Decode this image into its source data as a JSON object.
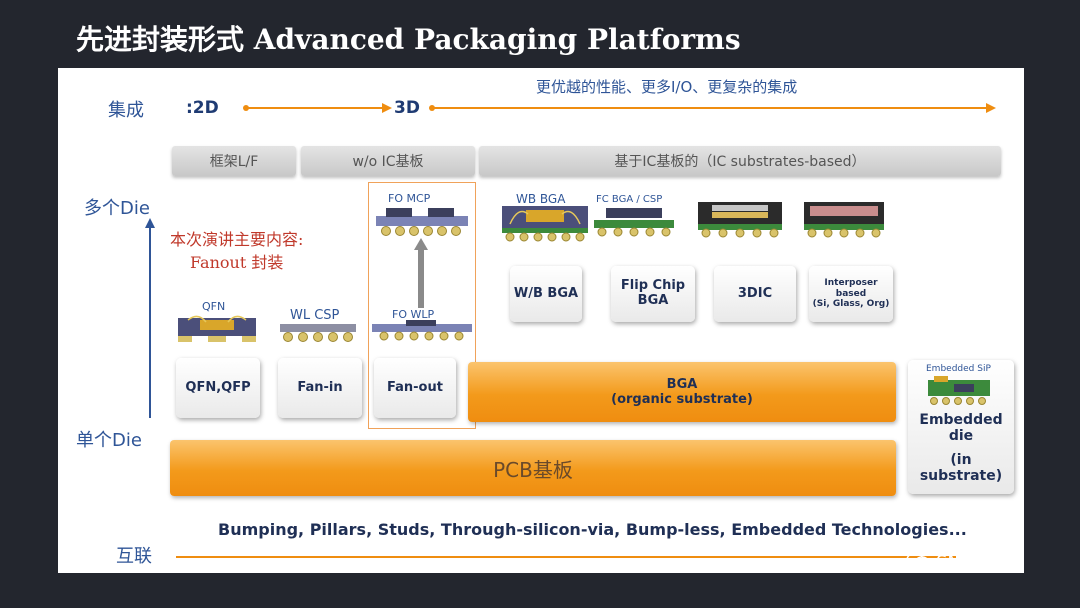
{
  "title": "先进封装形式 Advanced Packaging Platforms",
  "axis": {
    "integration": "集成",
    "multi_die": "多个Die",
    "single_die": "单个Die",
    "interconnect": "互联"
  },
  "dims": {
    "d2": ":2D",
    "d3": "3D"
  },
  "top_arrow_text": "更优越的性能、更多I/O、更复杂的集成",
  "categories": {
    "leadframe": "框架L/F",
    "wo_ic": "w/o IC基板",
    "ic_based": "基于IC基板的（IC substrates-based）"
  },
  "note": {
    "line1": "本次演讲主要内容:",
    "line2": "Fanout 封装"
  },
  "chips": {
    "fo_mcp": "FO MCP",
    "fo_wlp": "FO WLP",
    "qfn": "QFN",
    "wl_csp": "WL CSP",
    "wb_bga": "WB BGA",
    "fc_bga": "FC BGA / CSP",
    "embedded_sip": "Embedded SiP"
  },
  "cards": {
    "wb_bga": "W/B BGA",
    "flip_chip_1": "Flip Chip",
    "flip_chip_2": "BGA",
    "dic": "3DIC",
    "interposer_1": "Interposer",
    "interposer_2": "based",
    "interposer_3": "(Si, Glass, Org)",
    "qfn": "QFN,QFP",
    "fanin": "Fan-in",
    "fanout": "Fan-out",
    "embedded_1": "Embedded",
    "embedded_2": "die",
    "embedded_3": "(in substrate)"
  },
  "bga_bar": {
    "line1": "BGA",
    "line2": "(organic substrate)"
  },
  "pcb_bar": "PCB基板",
  "bottom_text": "Bumping, Pillars, Studs, Through-silicon-via, Bump-less, Embedded Technologies...",
  "watermark": "SMT之家",
  "colors": {
    "accent_orange": "#f39a1b",
    "blue": "#2f5597",
    "dark_navy": "#1f2f55"
  }
}
